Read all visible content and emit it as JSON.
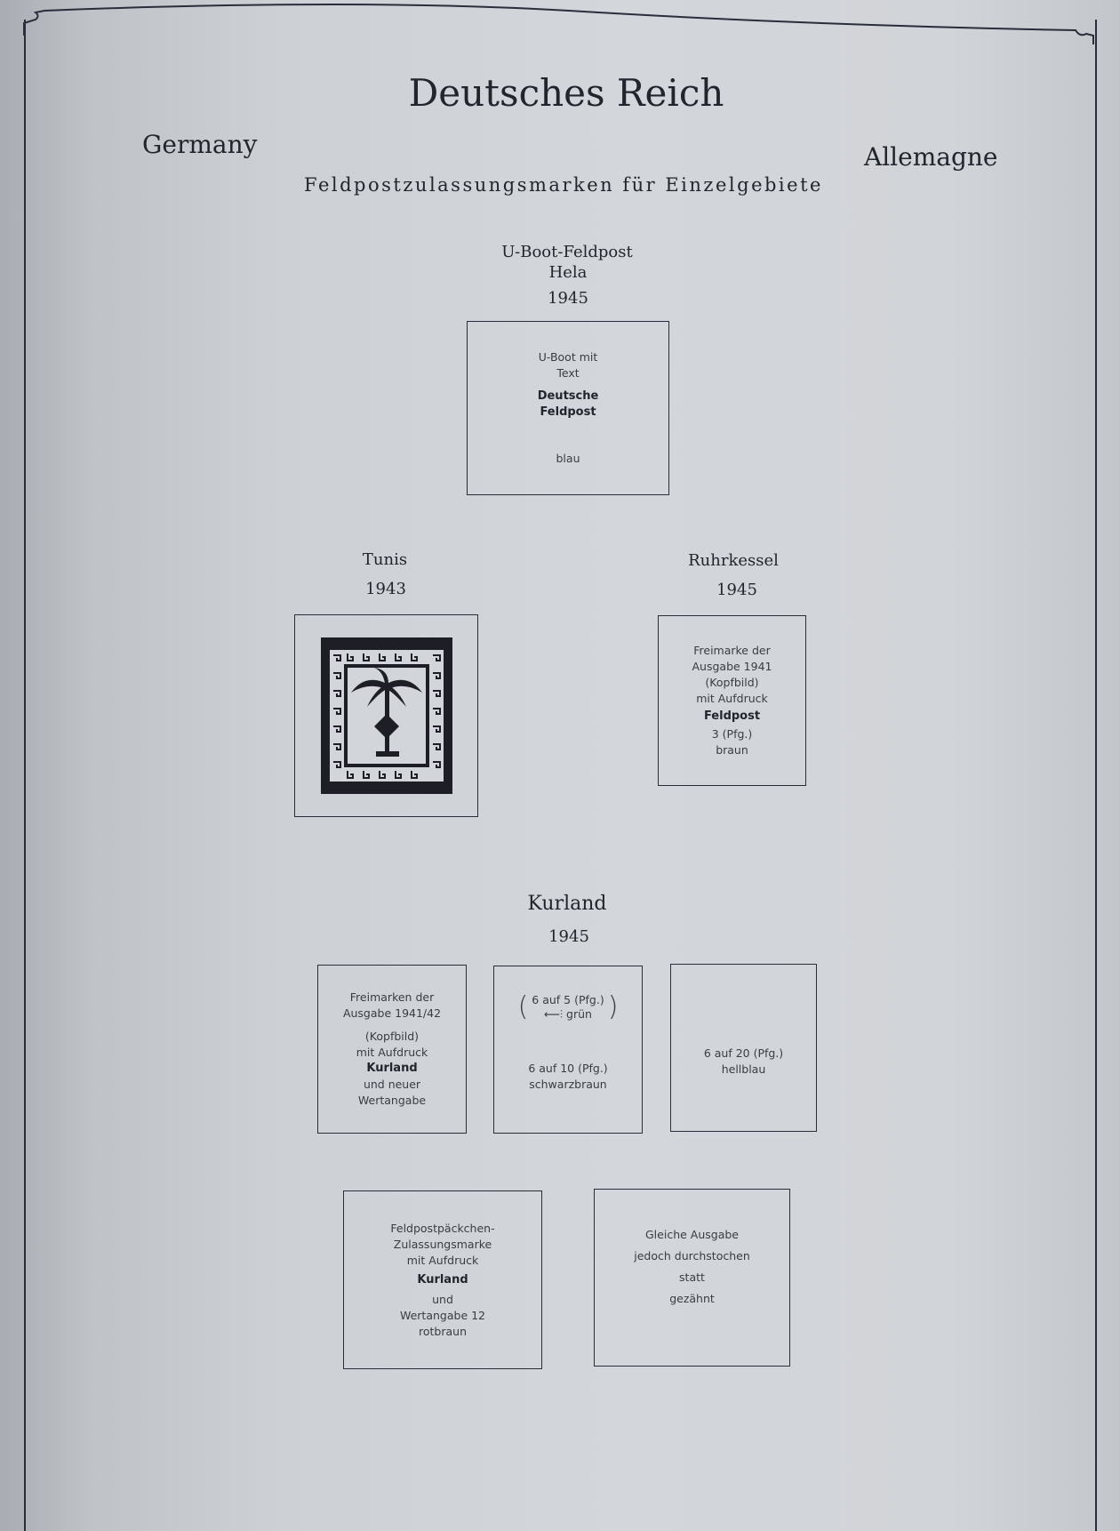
{
  "header": {
    "title": "Deutsches Reich",
    "left": "Germany",
    "right": "Allemagne",
    "subtitle": "Feldpostzulassungsmarken für Einzelgebiete"
  },
  "uboot": {
    "heading": "U-Boot-Feldpost",
    "place": "Hela",
    "year": "1945",
    "box": {
      "l1": "U-Boot mit",
      "l2": "Text",
      "b1": "Deutsche",
      "b2": "Feldpost",
      "color": "blau"
    }
  },
  "tunis": {
    "heading": "Tunis",
    "year": "1943"
  },
  "ruhrkessel": {
    "heading": "Ruhrkessel",
    "year": "1945",
    "box": {
      "l1": "Freimarke der",
      "l2": "Ausgabe 1941",
      "l3": "(Kopfbild)",
      "l4": "mit Aufdruck",
      "b1": "Feldpost",
      "l5": "3 (Pfg.)",
      "color": "braun"
    }
  },
  "kurland": {
    "heading": "Kurland",
    "year": "1945",
    "box1": {
      "l1": "Freimarken der",
      "l2": "Ausgabe 1941/42",
      "l3": "(Kopfbild)",
      "l4": "mit Aufdruck",
      "b1": "Kurland",
      "l5": "und neuer",
      "l6": "Wertangabe"
    },
    "box2": {
      "note1": "6 auf 5 (Pfg.)",
      "note2": "grün",
      "l1": "6 auf 10 (Pfg.)",
      "color": "schwarzbraun"
    },
    "box3": {
      "l1": "6 auf 20 (Pfg.)",
      "color": "hellblau"
    },
    "box4": {
      "l1": "Feldpostpäckchen-",
      "l2": "Zulassungsmarke",
      "l3": "mit Aufdruck",
      "b1": "Kurland",
      "l4": "und",
      "l5": "Wertangabe 12",
      "color": "rotbraun"
    },
    "box5": {
      "l1": "Gleiche Ausgabe",
      "l2": "jedoch durchstochen",
      "l3": "statt",
      "l4": "gezähnt"
    }
  }
}
